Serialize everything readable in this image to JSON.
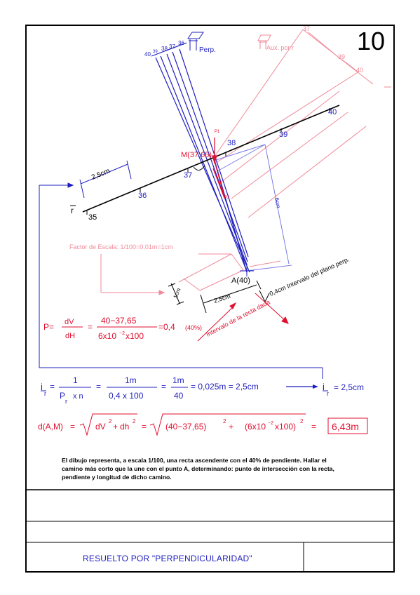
{
  "sheet_number": "10",
  "planes": {
    "perp": "Perp.",
    "aux": "Aux. por r",
    "pi_symbol": "Π"
  },
  "line_r": {
    "name": "r",
    "ticks": [
      "35",
      "36",
      "37",
      "38",
      "39",
      "40"
    ],
    "interval_label": "2,5cm"
  },
  "perp_plane_ticks": [
    "40",
    "39",
    "38",
    "37",
    "36"
  ],
  "aux_plane_ticks": [
    "37",
    "39",
    "40"
  ],
  "points": {
    "M": "M(37,65)",
    "A": "A(40)",
    "P1": "P1",
    "P2": "P2"
  },
  "labels": {
    "six_cm": "6cm",
    "one_cm": "1cm",
    "two_five_cm": "2,5cm",
    "interval_perp": "0,4cm Intervalo del plano perp.",
    "interval_line": "Intervalo de la recta dada",
    "scale_factor": "Factor de Escala: 1/100=0,01m=1cm"
  },
  "formula_p": {
    "lhs": "P=",
    "num1": "dV",
    "den1": "dH",
    "eq": "=",
    "num2": "40−37,65",
    "den2_a": "6x10",
    "den2_exp": "−2",
    "den2_b": "x100",
    "result": "=0,4",
    "pct": "(40%)"
  },
  "formula_i": {
    "lhs_i": "i",
    "lhs_sub": "r",
    "eq1": "=",
    "f1_num": "1",
    "f1_den_p": "P",
    "f1_den_sub": "r",
    "f1_den_rest": "x  n",
    "eq2": "=",
    "f2_num": "1m",
    "f2_den": "0,4  x  100",
    "eq3": "=",
    "f3_num": "1m",
    "f3_den": "40",
    "result": "= 0,025m = 2,5cm",
    "final_i": "i",
    "final_sub": "r",
    "final_val": "=  2,5cm"
  },
  "formula_d": {
    "lhs": "d(A,M)",
    "eq1": "=",
    "root1_a": "dV",
    "root1_a_exp": "2",
    "root1_plus": "+",
    "root1_b": "dh",
    "root1_b_exp": "2",
    "eq2": "=",
    "root2_a": "(40−37,65)",
    "root2_a_exp": "2",
    "root2_plus": "+",
    "root2_b1": "(6x10",
    "root2_b_inner_exp": "−2",
    "root2_b2": "x100)",
    "root2_b_exp": "2",
    "eq3": "=",
    "result": "6,43m"
  },
  "statement": [
    "El dibujo representa, a escala 1/100, una recta ascendente con el 40% de pendiente. Hallar el",
    "camino más corto que la une con el punto A, determinando: punto de intersección con la recta,",
    "pendiente y longitud de dicho camino."
  ],
  "footer": "RESUELTO POR  \"PERPENDICULARIDAD\"",
  "colors": {
    "blue": "#1f1fbf",
    "red": "#e0102f",
    "pink": "#f08a9a",
    "black": "#000000"
  }
}
